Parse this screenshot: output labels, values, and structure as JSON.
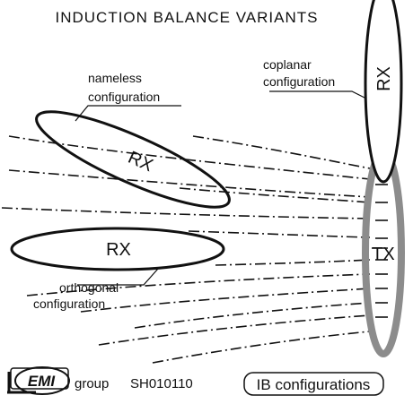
{
  "title": "INDUCTION BALANCE VARIANTS",
  "labels": {
    "nameless": [
      "nameless",
      "configuration"
    ],
    "coplanar": [
      "coplanar",
      "configuration"
    ],
    "orthogonal": [
      "orthogonal",
      "configuration"
    ]
  },
  "coils": {
    "nameless_rx": "RX",
    "orthogonal_rx": "RX",
    "coplanar_rx": "RX",
    "tx": "TX"
  },
  "footer": {
    "logo": "EMI",
    "group": "group",
    "code": "SH010110",
    "badge": "IB configurations"
  },
  "colors": {
    "ink": "#111111",
    "tx_coil": "#8c8c8c",
    "background": "#ffffff"
  }
}
